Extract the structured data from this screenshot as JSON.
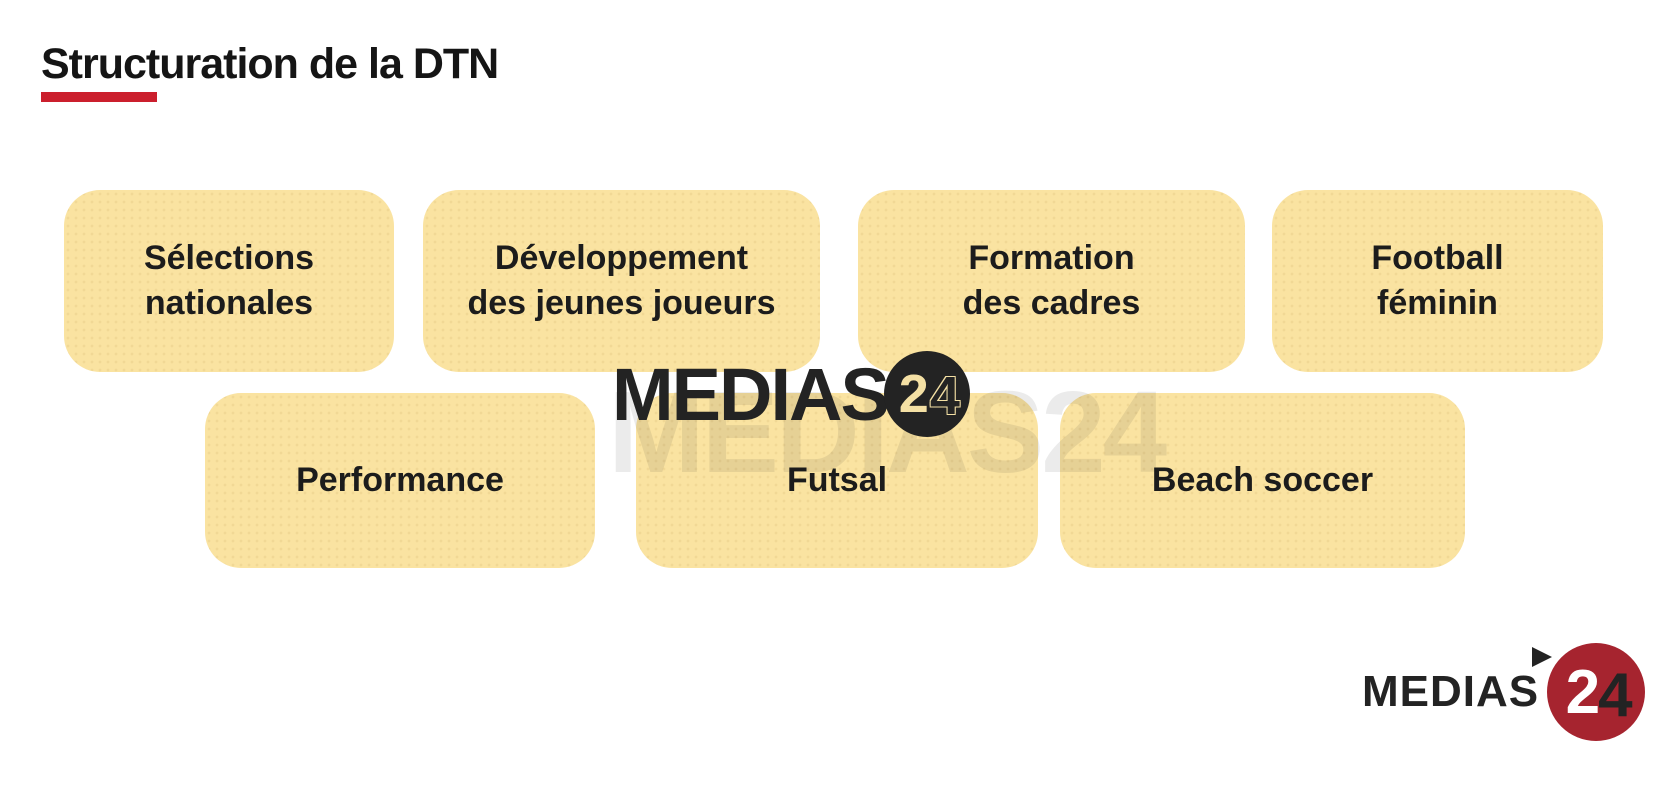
{
  "page": {
    "title": "Structuration de la DTN"
  },
  "colors": {
    "accent_red": "#CB1F2D",
    "box_fill": "#FAE3A1",
    "text_dark": "#1C1C1C",
    "logo_red": "#A6242F",
    "watermark_dark": "#232323"
  },
  "boxes": [
    {
      "label": "Sélections\nnationales"
    },
    {
      "label": "Développement\ndes jeunes joueurs"
    },
    {
      "label": "Formation\ndes cadres"
    },
    {
      "label": "Football\nféminin"
    },
    {
      "label": "Performance"
    },
    {
      "label": "Futsal"
    },
    {
      "label": "Beach soccer"
    }
  ],
  "watermark": {
    "faint_text": "MEDIAS24",
    "brand": "MEDIAS",
    "digit_two": "2",
    "digit_four": "4"
  },
  "logo": {
    "brand": "MEDIAS",
    "digit_two": "2",
    "digit_four": "4"
  }
}
